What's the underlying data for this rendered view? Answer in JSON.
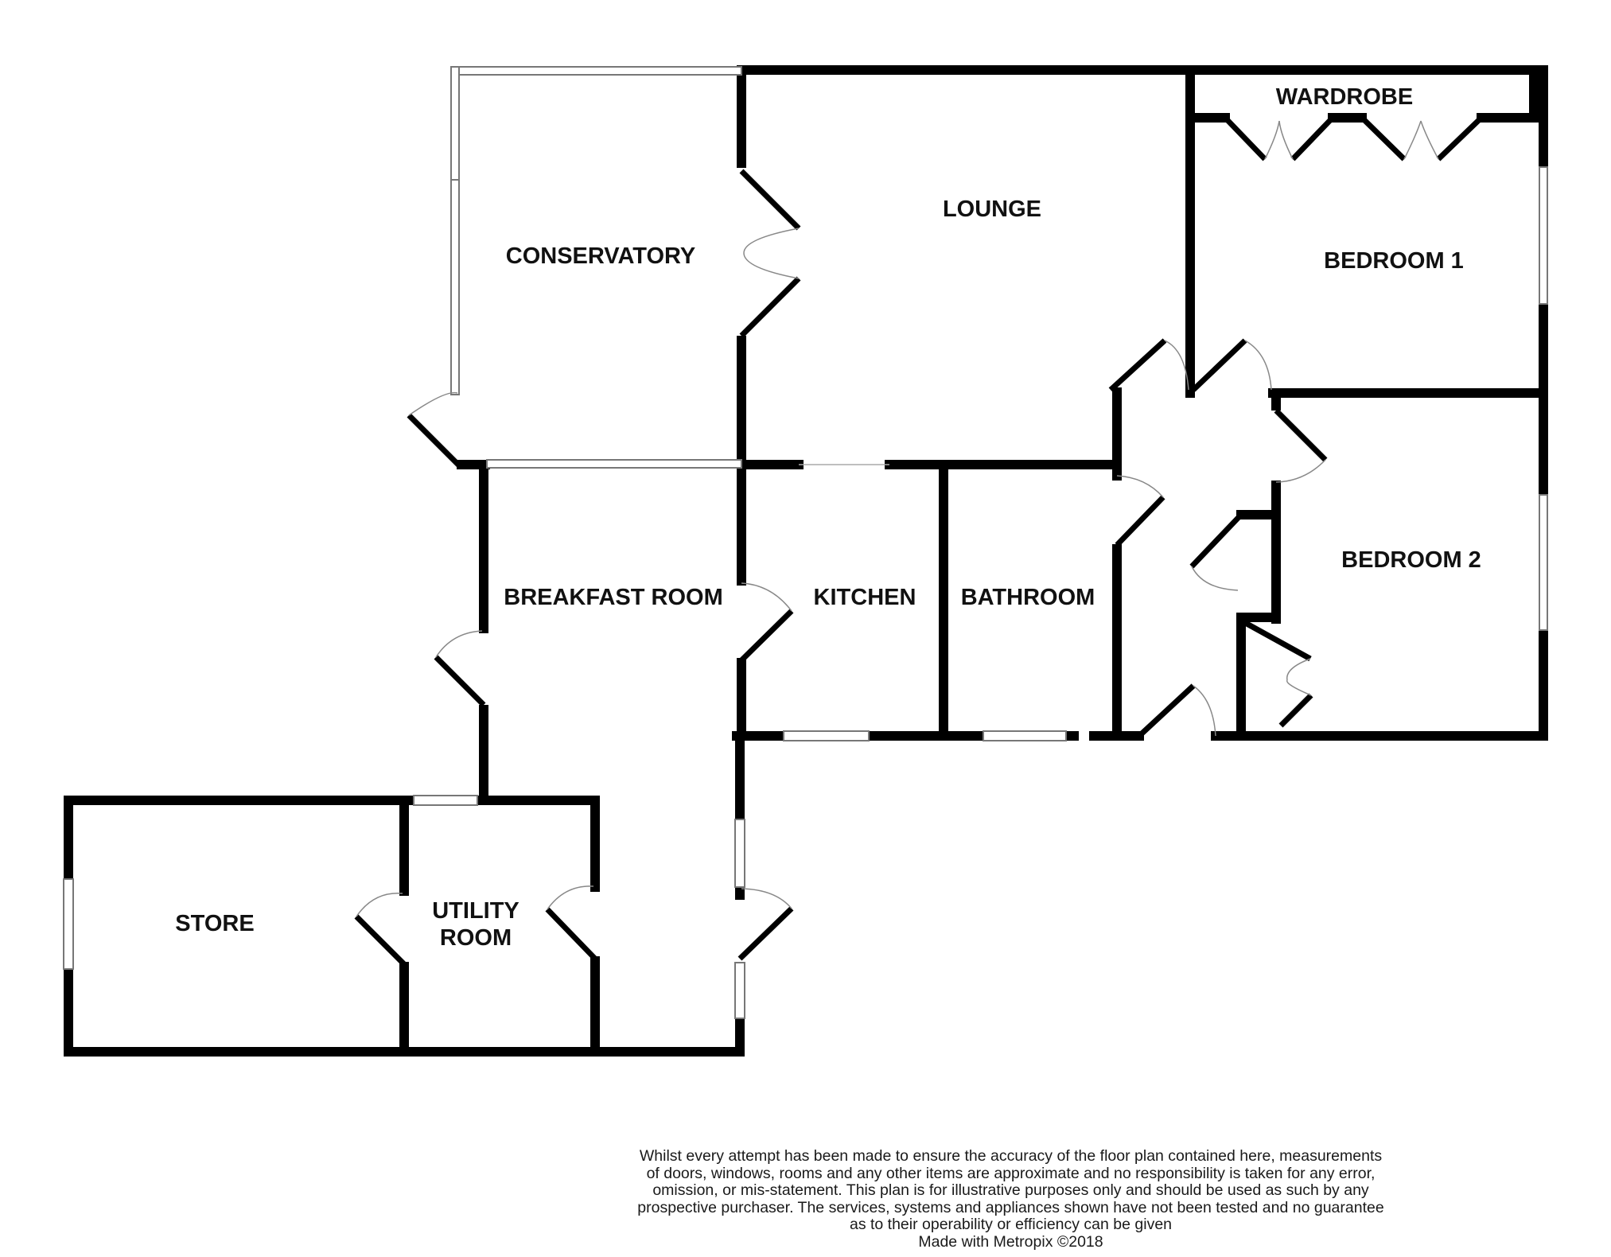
{
  "rooms": {
    "conservatory": "CONSERVATORY",
    "lounge": "LOUNGE",
    "wardrobe": "WARDROBE",
    "bedroom_1": "BEDROOM 1",
    "bedroom_2": "BEDROOM 2",
    "breakfast_room": "BREAKFAST ROOM",
    "kitchen": "KITCHEN",
    "bathroom": "BATHROOM",
    "store": "STORE",
    "utility_room_line1": "UTILITY",
    "utility_room_line2": "ROOM"
  },
  "disclaimer": {
    "lines": [
      "Whilst every attempt has been made to ensure the accuracy of the floor plan contained here, measurements",
      "of doors, windows, rooms and any other items are approximate and no responsibility is taken for any error,",
      "omission, or mis-statement. This plan is for illustrative purposes only and should be used as such by any",
      "prospective purchaser. The services, systems and appliances shown have not been tested and no guarantee",
      "as to their operability or efficiency can be given"
    ],
    "credit": "Made with Metropix ©2018"
  },
  "colors": {
    "wall": "#000000",
    "window_fill": "#ffffff",
    "window_line": "#777777",
    "door_line": "#888888"
  }
}
